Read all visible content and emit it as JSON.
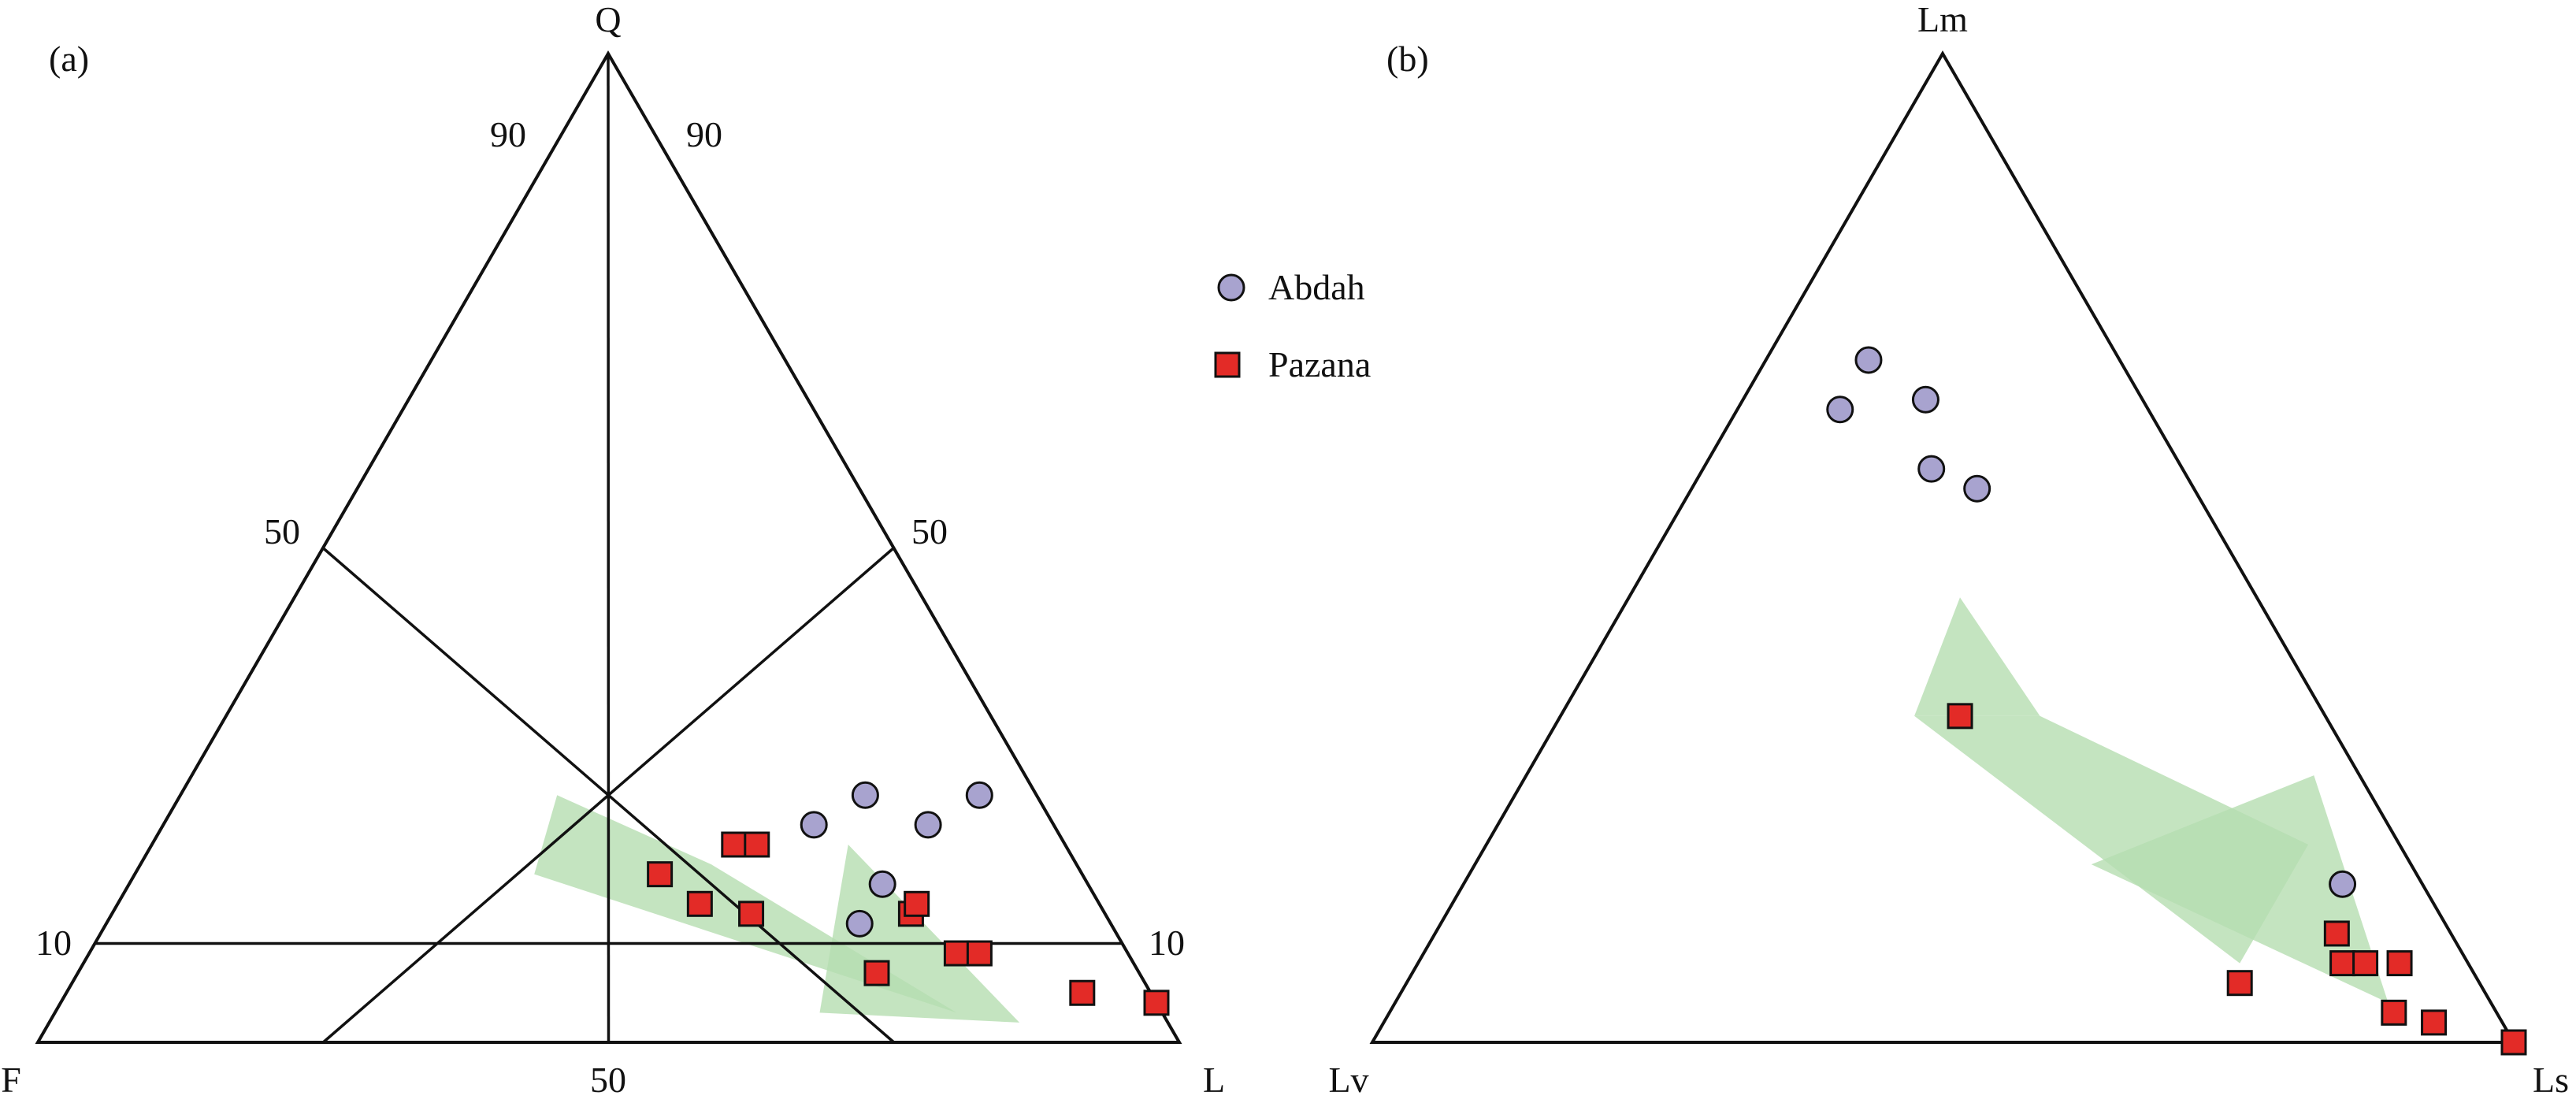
{
  "chart_data": [
    {
      "type": "scatter",
      "panel_label": "(a)",
      "diagram": "ternary",
      "vertices": {
        "top": "Q",
        "left": "F",
        "right": "L"
      },
      "tick_labels": {
        "left_edge": [
          "90",
          "50",
          "10"
        ],
        "right_edge": [
          "90",
          "50",
          "10"
        ],
        "bottom_edge": [
          "50"
        ]
      },
      "boundary_lines": [
        {
          "from": [
            90,
            0,
            10
          ],
          "to": [
            0,
            0,
            100
          ]
        },
        {
          "from": [
            90,
            10,
            0
          ],
          "to": [
            0,
            100,
            0
          ]
        },
        {
          "from": [
            50,
            50,
            0
          ],
          "to": [
            0,
            25,
            75
          ]
        },
        {
          "from": [
            50,
            0,
            50
          ],
          "to": [
            0,
            75,
            25
          ]
        },
        {
          "from": [
            100,
            0,
            0
          ],
          "to": [
            0,
            50,
            50
          ]
        },
        {
          "from": [
            10,
            90,
            0
          ],
          "to": [
            10,
            0,
            90
          ]
        }
      ],
      "arrow": {
        "color": "#b5ddb0",
        "opacity": 0.8
      },
      "series": [
        {
          "name": "Abdah",
          "marker": "circle",
          "color": "#a8a3cf",
          "points": [
            {
              "Q": 22,
              "F": 21,
              "L": 57
            },
            {
              "Q": 22,
              "F": 11,
              "L": 67
            },
            {
              "Q": 25,
              "F": 15,
              "L": 60
            },
            {
              "Q": 25,
              "F": 5,
              "L": 70
            },
            {
              "Q": 16,
              "F": 18,
              "L": 66
            },
            {
              "Q": 12,
              "F": 22,
              "L": 66
            }
          ]
        },
        {
          "name": "Pazana",
          "marker": "square",
          "color": "#e32b27",
          "points": [
            {
              "Q": 20,
              "F": 29,
              "L": 51
            },
            {
              "Q": 20,
              "F": 27,
              "L": 53
            },
            {
              "Q": 17,
              "F": 37,
              "L": 46
            },
            {
              "Q": 14,
              "F": 35,
              "L": 51
            },
            {
              "Q": 13,
              "F": 31,
              "L": 56
            },
            {
              "Q": 13,
              "F": 17,
              "L": 70
            },
            {
              "Q": 14,
              "F": 16,
              "L": 70
            },
            {
              "Q": 9,
              "F": 15,
              "L": 76
            },
            {
              "Q": 9,
              "F": 13,
              "L": 78
            },
            {
              "Q": 7,
              "F": 23,
              "L": 70
            },
            {
              "Q": 5,
              "F": 6,
              "L": 89
            },
            {
              "Q": 4,
              "F": 0,
              "L": 96
            }
          ]
        }
      ]
    },
    {
      "type": "scatter",
      "panel_label": "(b)",
      "diagram": "ternary",
      "vertices": {
        "top": "Lm",
        "left": "Lv",
        "right": "Ls"
      },
      "arrow": {
        "color": "#b5ddb0",
        "opacity": 0.8
      },
      "series": [
        {
          "name": "Abdah",
          "marker": "circle",
          "color": "#a8a3cf",
          "points": [
            {
              "Lm": 69,
              "Lv": 22,
              "Ls": 9
            },
            {
              "Lm": 65,
              "Lv": 19,
              "Ls": 16
            },
            {
              "Lm": 64,
              "Lv": 27,
              "Ls": 9
            },
            {
              "Lm": 58,
              "Lv": 22,
              "Ls": 20
            },
            {
              "Lm": 56,
              "Lv": 19,
              "Ls": 25
            },
            {
              "Lm": 16,
              "Lv": 7,
              "Ls": 77
            }
          ]
        },
        {
          "name": "Pazana",
          "marker": "square",
          "color": "#e32b27",
          "points": [
            {
              "Lm": 33,
              "Lv": 32,
              "Ls": 35
            },
            {
              "Lm": 11,
              "Lv": 10,
              "Ls": 79
            },
            {
              "Lm": 8,
              "Lv": 11,
              "Ls": 81
            },
            {
              "Lm": 8,
              "Lv": 9,
              "Ls": 83
            },
            {
              "Lm": 8,
              "Lv": 6,
              "Ls": 86
            },
            {
              "Lm": 6,
              "Lv": 21,
              "Ls": 73
            },
            {
              "Lm": 3,
              "Lv": 9,
              "Ls": 88
            },
            {
              "Lm": 2,
              "Lv": 6,
              "Ls": 92
            },
            {
              "Lm": 0,
              "Lv": 0,
              "Ls": 100
            }
          ]
        }
      ]
    }
  ],
  "legend": {
    "position": "center",
    "items": [
      {
        "label": "Abdah",
        "marker": "circle",
        "color": "#a8a3cf"
      },
      {
        "label": "Pazana",
        "marker": "square",
        "color": "#e32b27"
      }
    ]
  }
}
